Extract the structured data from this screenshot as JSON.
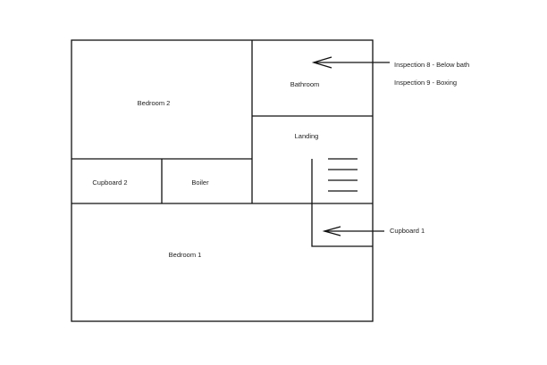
{
  "rooms": {
    "bedroom2": "Bedroom 2",
    "bathroom": "Bathroom",
    "landing": "Landing",
    "cupboard2": "Cupboard 2",
    "boiler": "Boiler",
    "bedroom1": "Bedroom 1"
  },
  "annotations": {
    "inspection8": "Inspection 8 - Below bath",
    "inspection9": "Inspection 9 - Boxing",
    "cupboard1": "Cupboard 1"
  }
}
